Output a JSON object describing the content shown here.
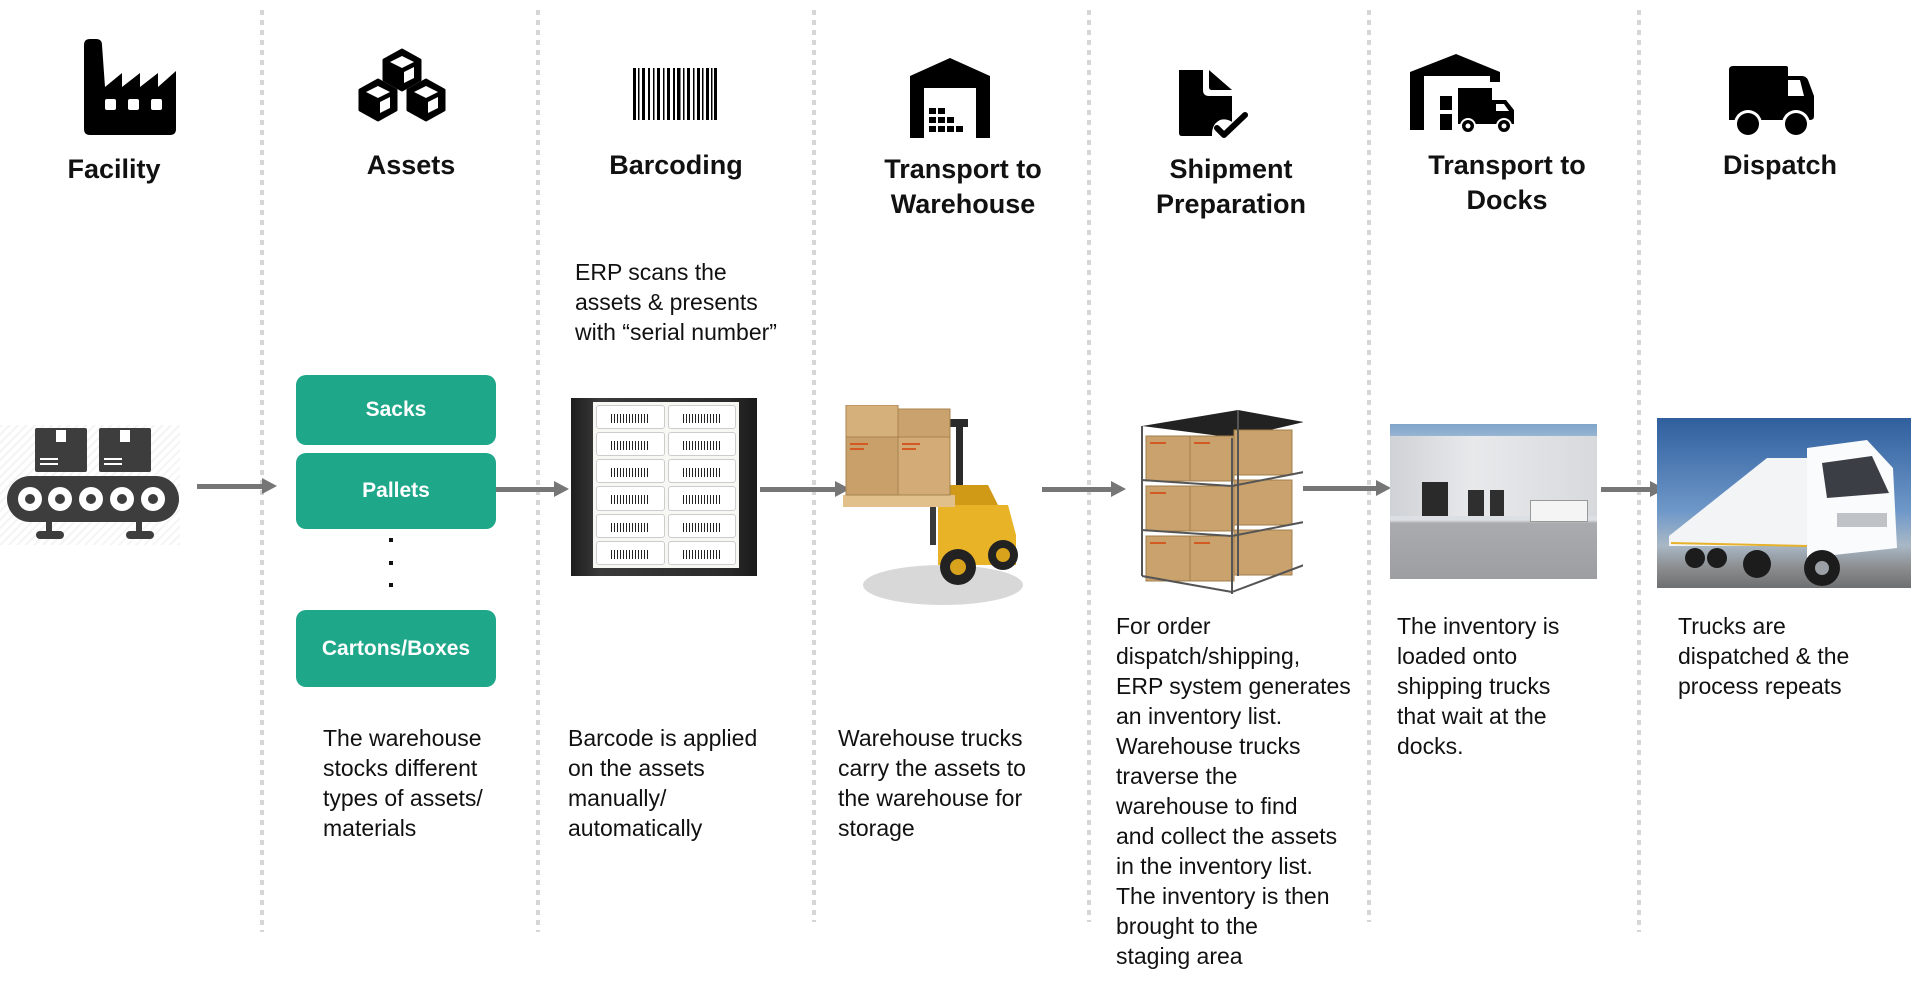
{
  "stages": [
    {
      "id": "facility",
      "title_lines": [
        "Facility"
      ],
      "icon": "factory-icon"
    },
    {
      "id": "assets",
      "title_lines": [
        "Assets"
      ],
      "icon": "cubes-icon"
    },
    {
      "id": "barcoding",
      "title_lines": [
        "Barcoding"
      ],
      "icon": "barcode-icon"
    },
    {
      "id": "transport-warehouse",
      "title_lines": [
        "Transport to",
        "Warehouse"
      ],
      "icon": "warehouse-icon"
    },
    {
      "id": "shipment-preparation",
      "title_lines": [
        "Shipment",
        "Preparation"
      ],
      "icon": "document-check-icon"
    },
    {
      "id": "transport-docks",
      "title_lines": [
        "Transport to",
        "Docks"
      ],
      "icon": "warehouse-truck-icon"
    },
    {
      "id": "dispatch",
      "title_lines": [
        "Dispatch"
      ],
      "icon": "truck-icon"
    }
  ],
  "asset_types": [
    "Sacks",
    "Pallets",
    "Cartons/Boxes"
  ],
  "barcoding_note": [
    "ERP scans the",
    "assets & presents",
    "with “serial number”"
  ],
  "descriptions": {
    "assets": [
      "The warehouse",
      "stocks different",
      "types of assets/",
      "materials"
    ],
    "barcoding": [
      "Barcode is applied",
      "on the assets",
      "manually/",
      "automatically"
    ],
    "transport_warehouse": [
      "Warehouse trucks",
      "carry the assets to",
      "the warehouse for",
      "storage"
    ],
    "shipment_preparation": [
      "For order",
      "dispatch/shipping,",
      "ERP system generates",
      "an inventory list.",
      "Warehouse trucks",
      "traverse the",
      "warehouse to find",
      "and collect the assets",
      "in the inventory list.",
      "The inventory is then",
      "brought to the",
      "staging area"
    ],
    "transport_docks": [
      "The inventory is",
      "loaded onto",
      "shipping trucks",
      "that wait at the",
      "docks."
    ],
    "dispatch": [
      "Trucks are",
      "dispatched & the",
      "process repeats"
    ]
  },
  "images": {
    "conveyor": "conveyor-belt-illustration",
    "labels": "barcode-label-sheet-photo",
    "forklift": "forklift-with-boxes-photo",
    "shelves": "storage-shelves-with-boxes-photo",
    "docks": "loading-docks-photo",
    "truck": "semi-truck-photo"
  },
  "colors": {
    "asset_box": "#1ea789",
    "arrow": "#767676",
    "separator": "#d6d6d6"
  }
}
